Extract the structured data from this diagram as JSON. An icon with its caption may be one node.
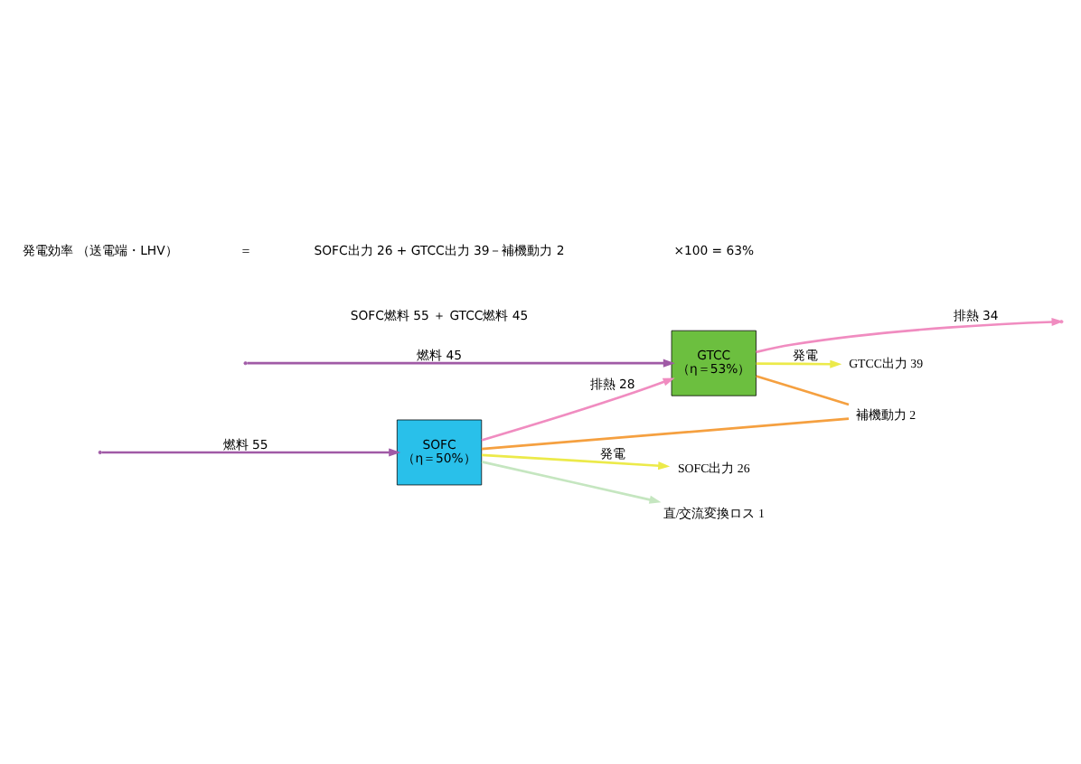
{
  "diagram": {
    "nodes": [
      {
        "text": [
          "SOFC",
          "（η＝50%）"
        ]
      },
      {
        "text": [
          "GTCC",
          "（η＝53%）"
        ]
      },
      {
        "text": [
          "SOFC出力 26"
        ]
      },
      {
        "text": [
          "GTCC出力 39"
        ]
      },
      {
        "text": [
          "直/交流変換ロス 1"
        ]
      },
      {
        "text": [
          "補機動力 2"
        ]
      }
    ],
    "edges": [
      {
        "from": null,
        "to": 0,
        "arrow": "to",
        "label": "燃料 55",
        "color": "#a05aa6"
      },
      {
        "from": 0,
        "to": 2,
        "arrow": "to",
        "label": "発電",
        "color": "#ecea4a"
      },
      {
        "from": 0,
        "to": 4,
        "arrow": "to",
        "color": "#c5e6c0"
      },
      {
        "from": 0,
        "to": 1,
        "arrow": "to",
        "label": "排熱 28",
        "color": "#f08cc0"
      },
      {
        "from": null,
        "to": 1,
        "arrow": "to",
        "label": "燃料 45",
        "color": "#a05aa6"
      },
      {
        "from": 1,
        "to": 3,
        "arrow": "to",
        "label": "発電",
        "color": "#ecea4a"
      },
      {
        "from": 1,
        "to": null,
        "arrow": "to",
        "label": "排熱 34",
        "color": "#f08cc0"
      },
      {
        "from": 0,
        "to": 5,
        "arrow": "none",
        "color": "#f5a040"
      },
      {
        "from": 1,
        "to": 5,
        "arrow": "none",
        "color": "#f5a040"
      }
    ],
    "labels": [
      "発電効率 （送電端・LHV）",
      "＝",
      "SOFC出力 26 + GTCC出力 39－補機動力 2",
      "SOFC燃料 55 ＋ GTCC燃料 45",
      "×100 = 63%"
    ]
  }
}
